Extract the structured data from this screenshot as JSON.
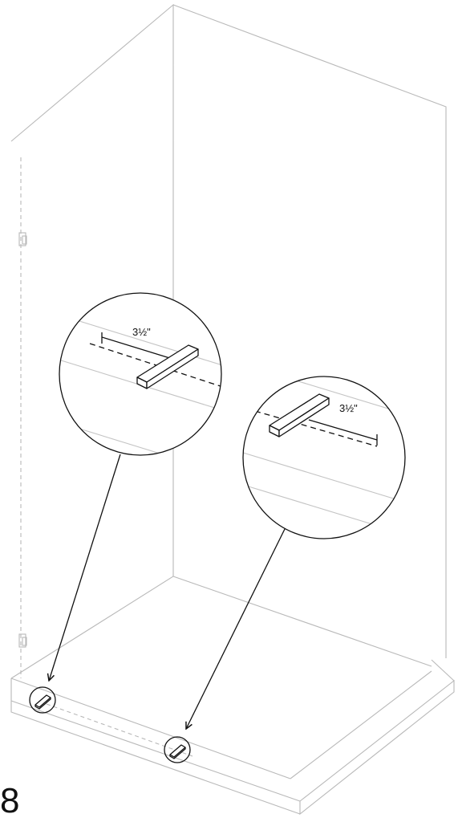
{
  "diagram": {
    "step_number": "8",
    "callouts": [
      {
        "id": "left-callout",
        "dimension_label": "3½\""
      },
      {
        "id": "right-callout",
        "dimension_label": "3½\""
      }
    ]
  }
}
